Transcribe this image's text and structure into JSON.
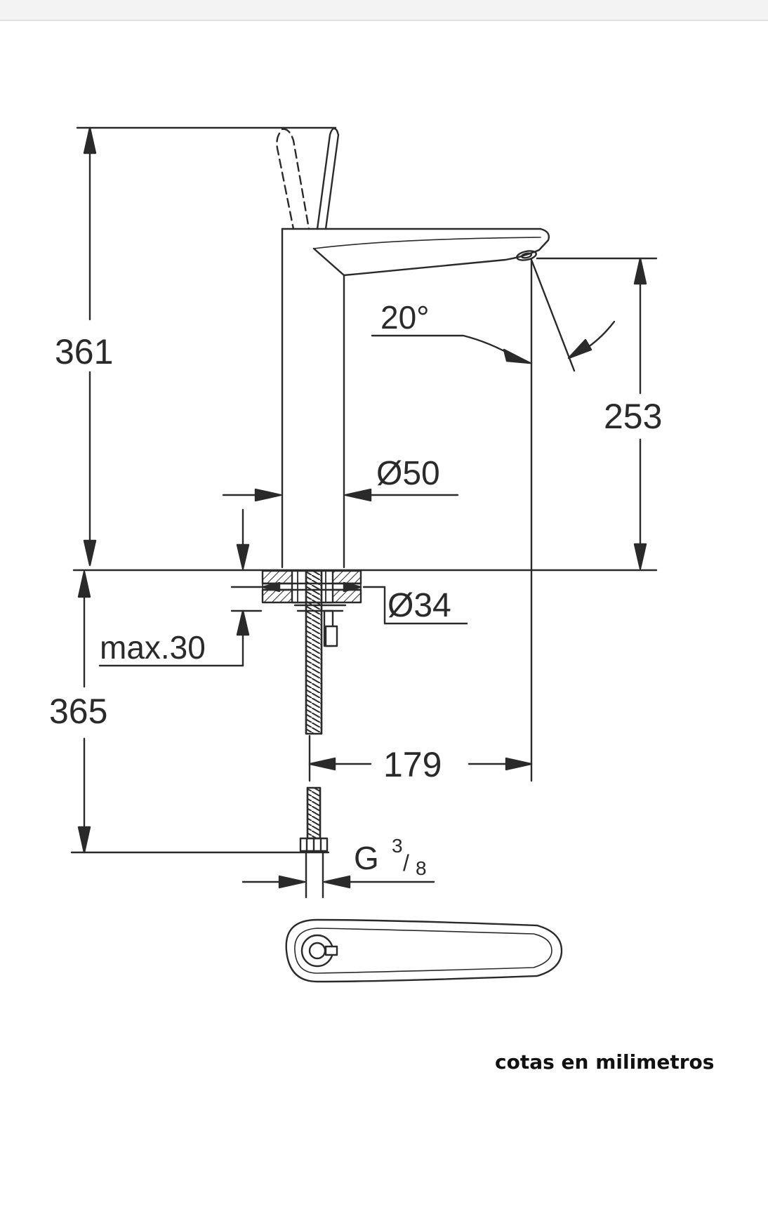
{
  "dimensions": {
    "total_height": "361",
    "spout_height": "253",
    "lever_angle": "20°",
    "body_diameter": "Ø50",
    "hole_diameter": "Ø34",
    "max_thickness": "max.30",
    "below_height": "365",
    "projection": "179",
    "thread": {
      "prefix": "G",
      "numerator": "3",
      "denominator": "8"
    }
  },
  "note": "cotas en milimetros",
  "colors": {
    "line": "#2a2a2a",
    "background": "#ffffff"
  }
}
